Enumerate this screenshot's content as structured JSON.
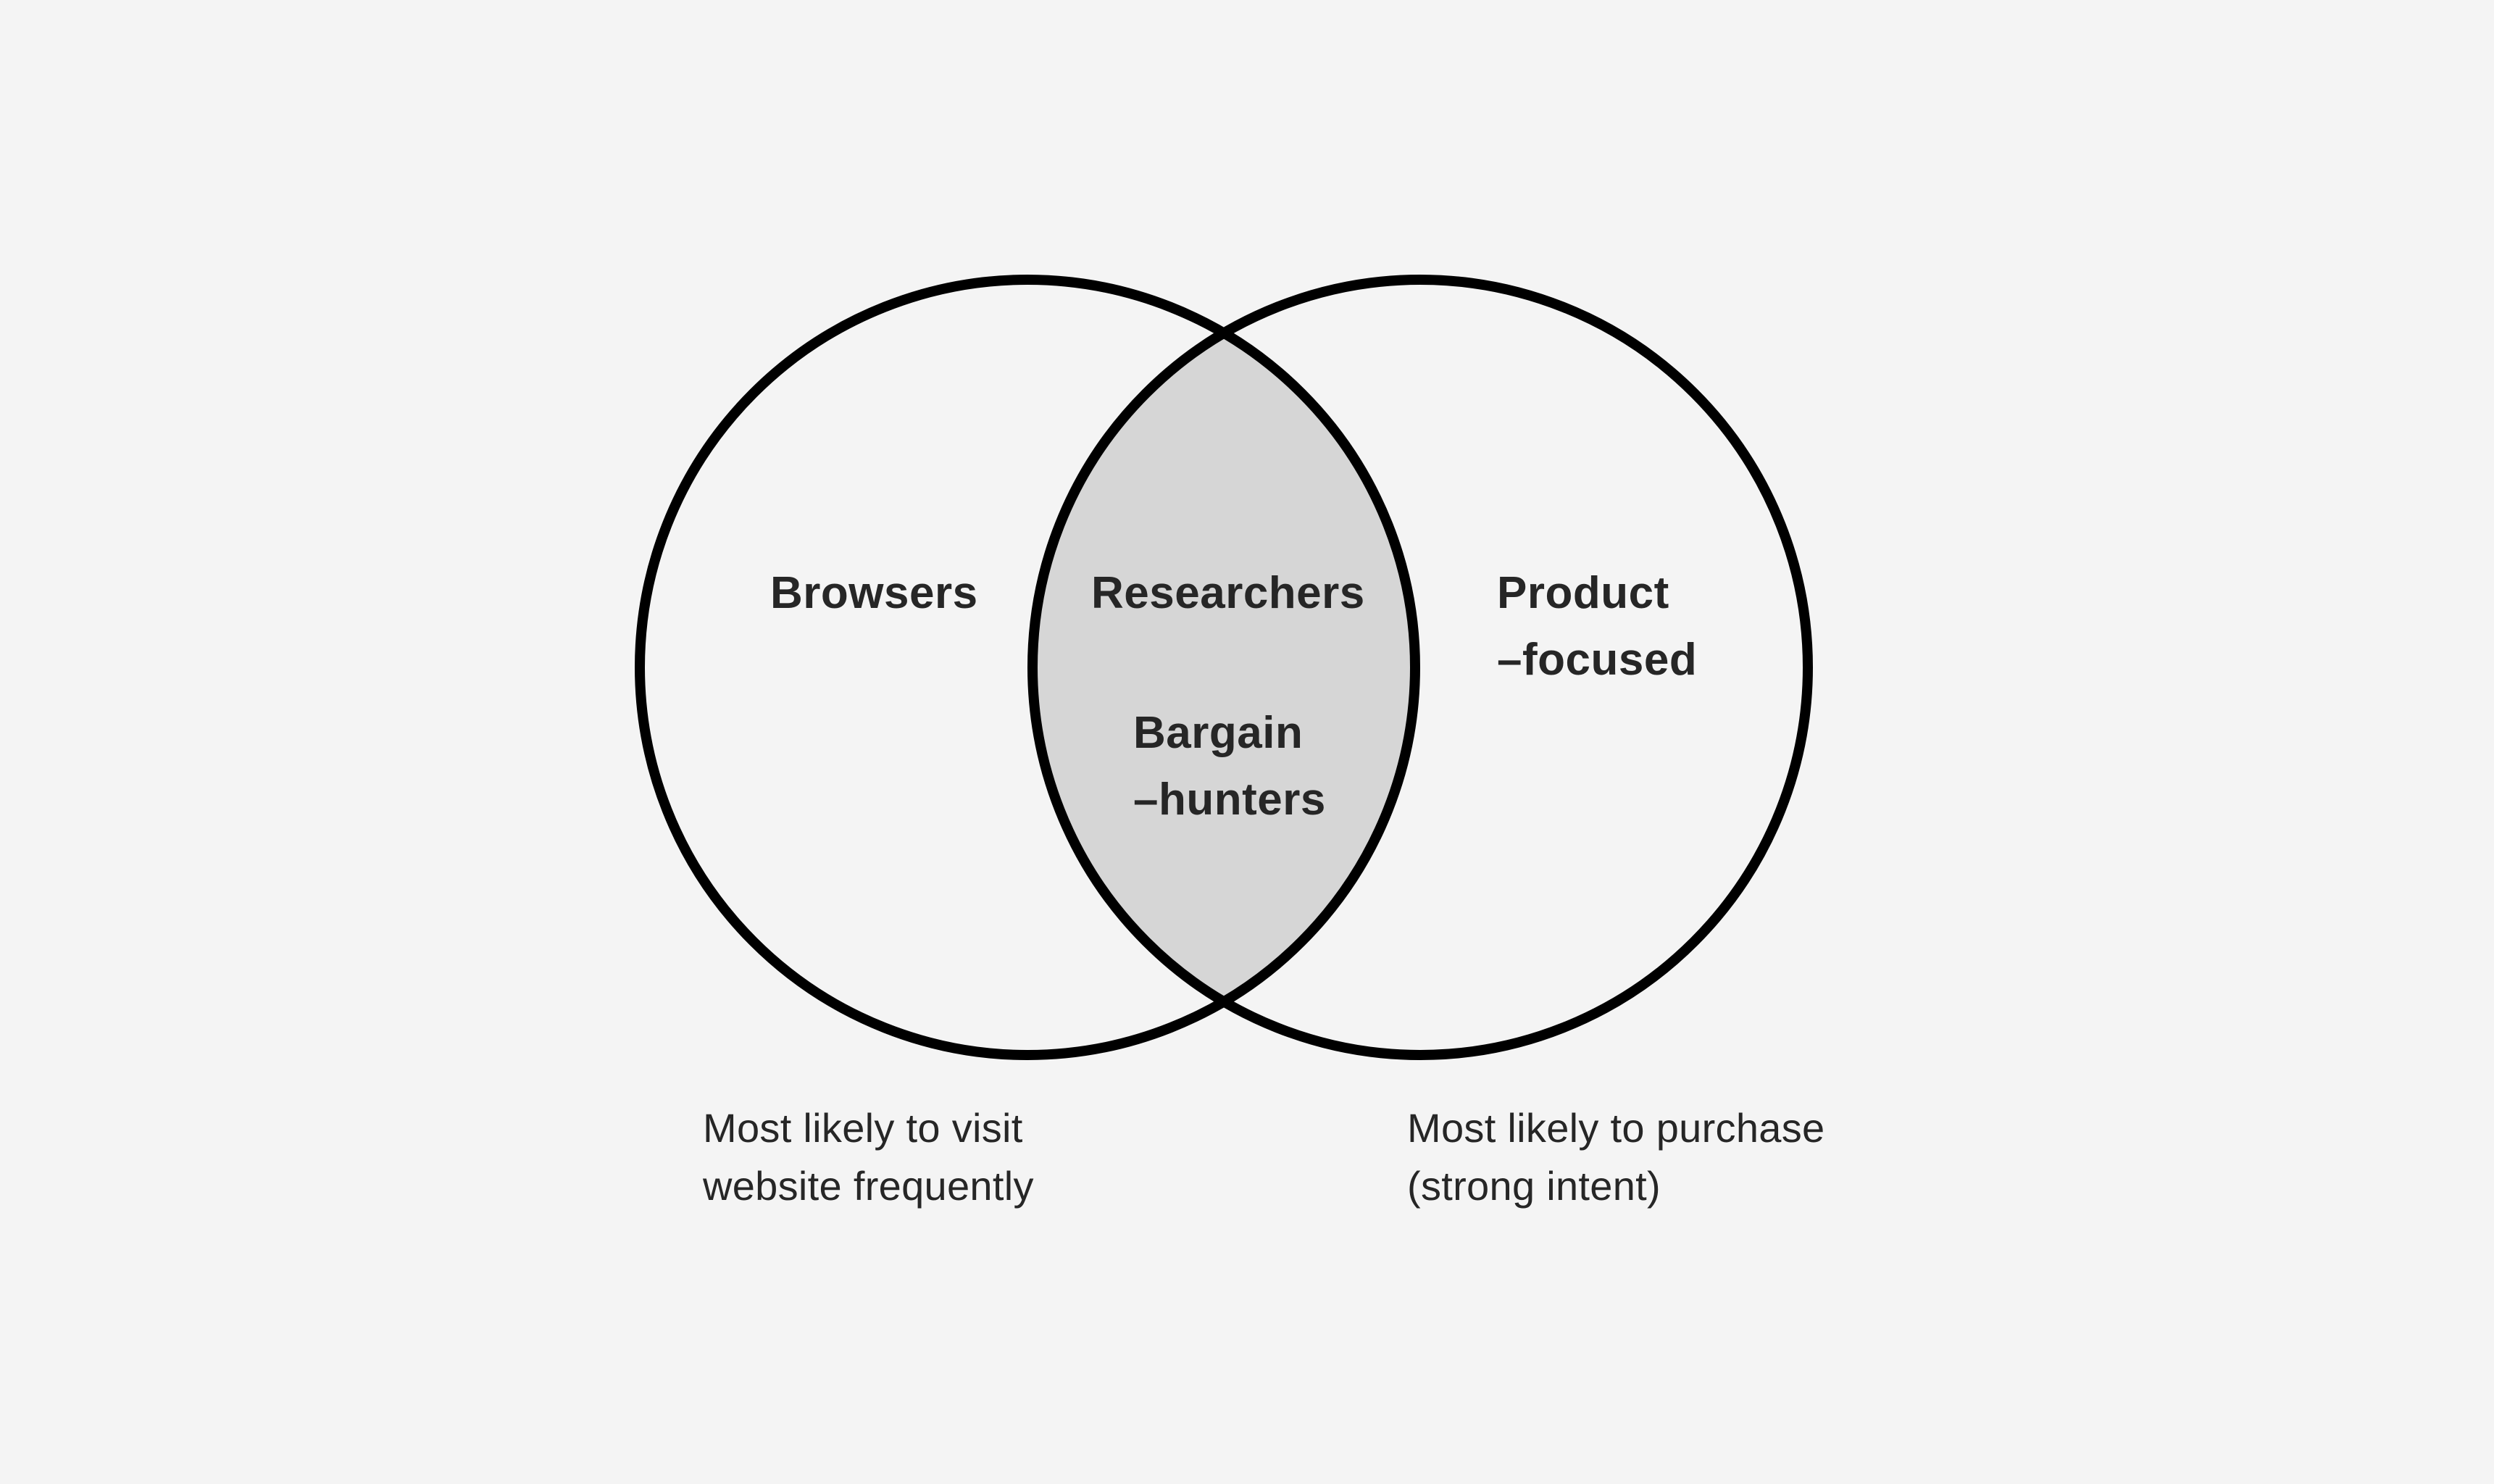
{
  "diagram": {
    "type": "venn",
    "colors": {
      "background": "#f4f4f4",
      "circle_stroke": "#000000",
      "intersection_fill": "#d6d6d6",
      "text": "#262626"
    },
    "left_set": {
      "label": "Browsers",
      "caption_lines": [
        "Most likely to visit",
        "website frequently"
      ]
    },
    "intersection": {
      "labels": [
        "Researchers"
      ],
      "second_label_lines": [
        "Bargain",
        "–hunters"
      ]
    },
    "right_set": {
      "label_lines": [
        "Product",
        "–focused"
      ],
      "caption_lines": [
        "Most likely to purchase",
        "(strong intent)"
      ]
    }
  }
}
